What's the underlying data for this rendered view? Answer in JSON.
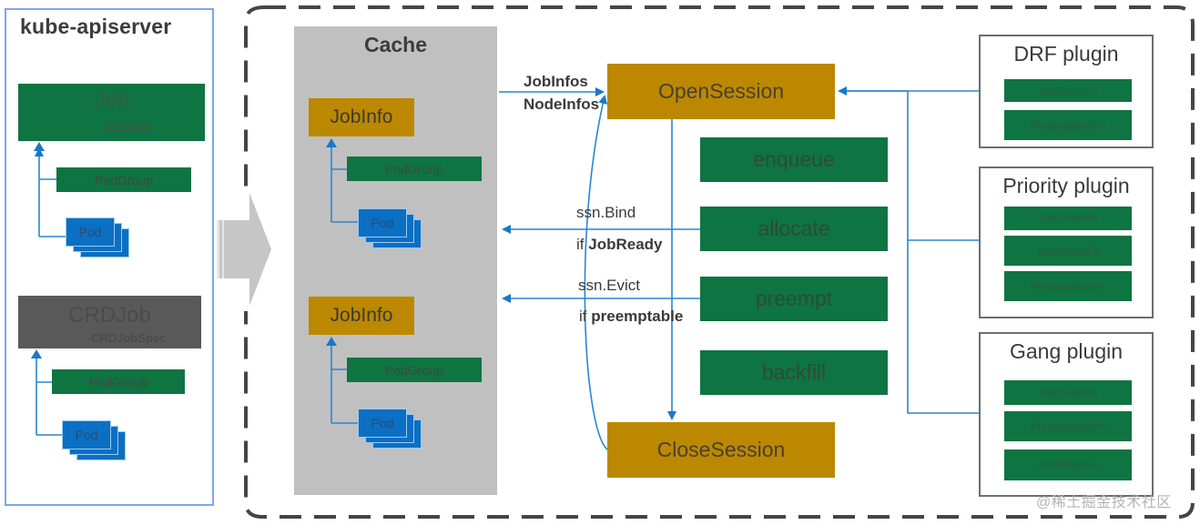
{
  "apiserver": {
    "title": "kube-apiserver",
    "job": {
      "title": "Job",
      "spec": "JobSpec",
      "podgroup": "PodGroup",
      "pod": "Pod"
    },
    "crdjob": {
      "title": "CRDJob",
      "spec": "CRDJobSpec",
      "podgroup": "PodGroup",
      "pod": "Pod"
    }
  },
  "cache": {
    "title": "Cache",
    "entries": [
      {
        "jobinfo": "JobInfo",
        "podgroup": "PodGroup",
        "pod": "Pod"
      },
      {
        "jobinfo": "JobInfo",
        "podgroup": "PodGroup",
        "pod": "Pod"
      }
    ]
  },
  "session": {
    "open": "OpenSession",
    "close": "CloseSession",
    "actions": [
      "enqueue",
      "allocate",
      "preempt",
      "backfill"
    ],
    "labels": {
      "jobinfos": "JobInfos",
      "nodeinfos": "NodeInfos",
      "bind": "ssn.Bind",
      "if_prefix": "if ",
      "jobready": "JobReady",
      "evict": "ssn.Evict",
      "preemptable": "preemptable"
    }
  },
  "plugins": [
    {
      "name": "DRF plugin",
      "fns": [
        "JobOrderFn",
        "PreemptableFn"
      ]
    },
    {
      "name": "Priority plugin",
      "fns": [
        "JobOrderFn",
        "TaskOrderFn",
        "PreemptableFn"
      ]
    },
    {
      "name": "Gang plugin",
      "fns": [
        "JobOrderFn",
        "PreemptableFn",
        "JobReadyFn"
      ]
    }
  ],
  "watermark": "@稀土掘金技术社区",
  "colors": {
    "green": "#0e7441",
    "gold": "#bb8800",
    "pod_blue": "#0b6fc4",
    "connector_blue": "#2a86cf",
    "cache_grey": "#c0c0c0",
    "crd_grey": "#595959"
  }
}
